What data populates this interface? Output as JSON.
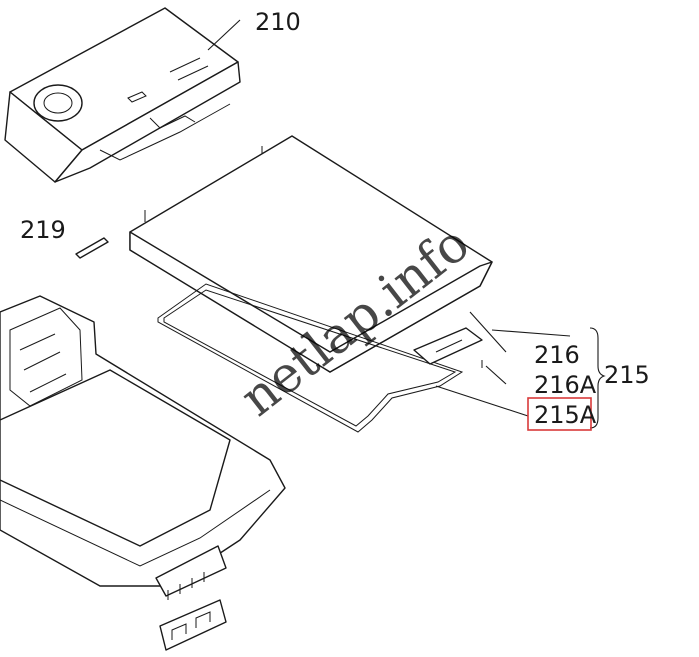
{
  "parts": [
    {
      "id": "p210",
      "label": "210"
    },
    {
      "id": "p219",
      "label": "219"
    },
    {
      "id": "p216",
      "label": "216"
    },
    {
      "id": "p216a",
      "label": "216A"
    },
    {
      "id": "p215a",
      "label": "215A"
    },
    {
      "id": "p215",
      "label": "215"
    }
  ],
  "highlight": {
    "part": "215A",
    "color": "#d83a3a"
  },
  "watermark": "netlap.info"
}
